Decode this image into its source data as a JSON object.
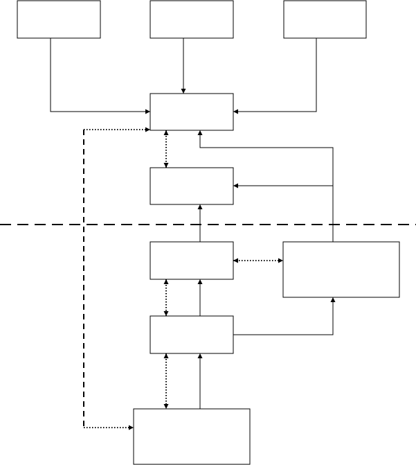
{
  "diagram": {
    "type": "block-diagram",
    "boxes": [
      {
        "id": "input-left",
        "label": ""
      },
      {
        "id": "input-center",
        "label": ""
      },
      {
        "id": "input-right",
        "label": ""
      },
      {
        "id": "upper-node",
        "label": ""
      },
      {
        "id": "middle-node",
        "label": ""
      },
      {
        "id": "lower-node-1",
        "label": ""
      },
      {
        "id": "side-node",
        "label": ""
      },
      {
        "id": "lower-node-2",
        "label": ""
      },
      {
        "id": "bottom-node",
        "label": ""
      }
    ],
    "connections": [
      {
        "from": "input-left",
        "to": "upper-node",
        "style": "solid"
      },
      {
        "from": "input-center",
        "to": "upper-node",
        "style": "solid"
      },
      {
        "from": "input-right",
        "to": "upper-node",
        "style": "solid"
      },
      {
        "from": "side-node",
        "to": "upper-node",
        "style": "solid"
      },
      {
        "from": "side-node",
        "to": "middle-node",
        "style": "solid"
      },
      {
        "from": "lower-node-1",
        "to": "middle-node",
        "style": "solid"
      },
      {
        "from": "lower-node-2",
        "to": "lower-node-1",
        "style": "solid"
      },
      {
        "from": "bottom-node",
        "to": "lower-node-2",
        "style": "solid"
      },
      {
        "from": "lower-node-2",
        "to": "side-node",
        "style": "solid"
      },
      {
        "from": "upper-node",
        "to": "middle-node",
        "style": "dotted-bidirectional"
      },
      {
        "from": "lower-node-1",
        "to": "side-node",
        "style": "dotted-bidirectional"
      },
      {
        "from": "lower-node-1",
        "to": "lower-node-2",
        "style": "dotted-bidirectional"
      },
      {
        "from": "lower-node-2",
        "to": "bottom-node",
        "style": "dotted-bidirectional"
      },
      {
        "from": "bottom-node",
        "to": "upper-node",
        "style": "dashed-bidirectional"
      }
    ],
    "divider": {
      "style": "dashed",
      "orientation": "horizontal"
    }
  },
  "colors": {
    "line": "#000000",
    "background": "#ffffff"
  }
}
